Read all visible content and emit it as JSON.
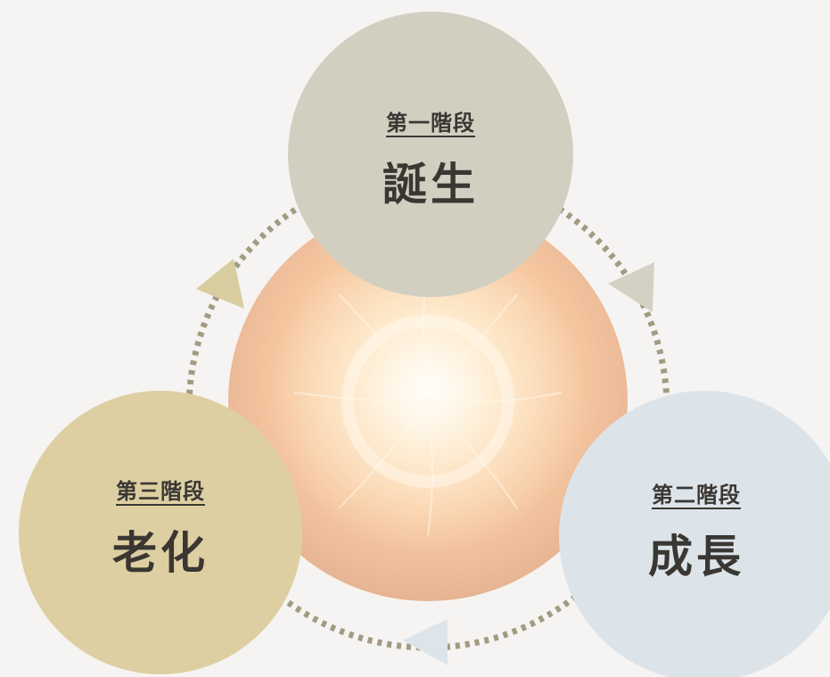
{
  "colors": {
    "background": "#f6f4f2",
    "stage1": "#d2cfc1",
    "stage2": "#dce4ea",
    "stage3": "#decfa2",
    "dots": "#a39a82",
    "arrow1": "#d4d0c3",
    "arrow2": "#dde4ea",
    "arrow3": "#d8cd9f",
    "text": "#3a3733"
  },
  "center_image": {
    "icon": "glowing-orb-icon"
  },
  "stages": [
    {
      "label": "第一階段",
      "name": "誕生"
    },
    {
      "label": "第二階段",
      "name": "成長"
    },
    {
      "label": "第三階段",
      "name": "老化"
    }
  ]
}
